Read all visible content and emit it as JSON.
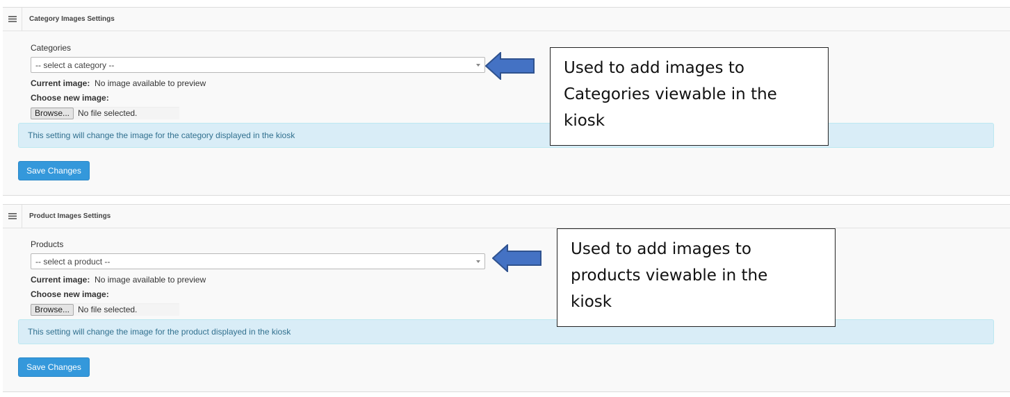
{
  "category_panel": {
    "header_title": "Category Images Settings",
    "field_label": "Categories",
    "select_placeholder": "-- select a category --",
    "current_image_label": "Current image:",
    "current_image_value": "No image available to preview",
    "choose_label": "Choose new image:",
    "browse_label": "Browse...",
    "file_status": "No file selected.",
    "info_text": "This setting will change the image for the category displayed in the kiosk",
    "save_label": "Save Changes"
  },
  "product_panel": {
    "header_title": "Product Images Settings",
    "field_label": "Products",
    "select_placeholder": "-- select a product --",
    "current_image_label": "Current image:",
    "current_image_value": "No image available to preview",
    "choose_label": "Choose new image:",
    "browse_label": "Browse...",
    "file_status": "No file selected.",
    "info_text": "This setting will change the image for the product displayed in the kiosk",
    "save_label": "Save Changes"
  },
  "annotations": {
    "category_note_lines": [
      "Used to add images to",
      "Categories viewable in the",
      "kiosk"
    ],
    "product_note_lines": [
      "Used to add images to",
      "products viewable in the",
      "kiosk"
    ]
  },
  "icons": {
    "panel_header": "hamburger-menu-icon",
    "select": "caret-down-icon",
    "callout": "left-arrow-icon"
  },
  "colors": {
    "primary_button": "#3498db",
    "info_background": "#d9edf7",
    "info_text": "#31708f",
    "arrow_fill": "#4472c4",
    "arrow_stroke": "#2f528f"
  }
}
